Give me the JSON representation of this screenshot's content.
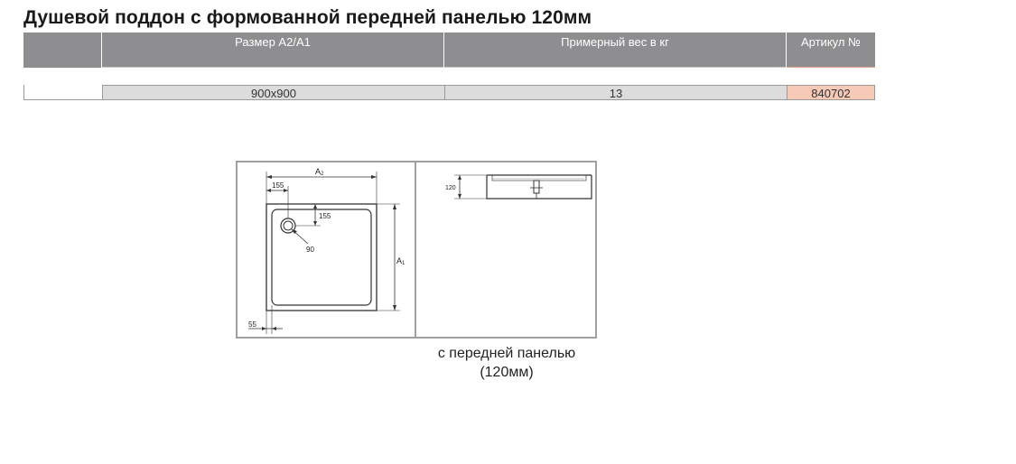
{
  "title": "Душевой поддон с формованной передней панелью 120мм",
  "table": {
    "headers": [
      "Размер A2/A1",
      "Примерный вес в кг",
      "Артикул №"
    ],
    "rows": [
      {
        "size": "900x900",
        "weight": "13",
        "article": "840702"
      }
    ],
    "colors": {
      "header_bg": "#8e8e90",
      "row_bg": "#dcdcdc",
      "article_bg": "#f7c9b7"
    }
  },
  "drawing": {
    "plan_labels": {
      "a2": "A",
      "a2_sub": "2",
      "a1": "A",
      "a1_sub": "1",
      "d155_top": "155",
      "d155_side": "155",
      "d90": "90",
      "d55": "55"
    },
    "side_labels": {
      "h120": "120"
    }
  },
  "caption": {
    "line1": "с передней панелью",
    "line2": "(120мм)"
  }
}
